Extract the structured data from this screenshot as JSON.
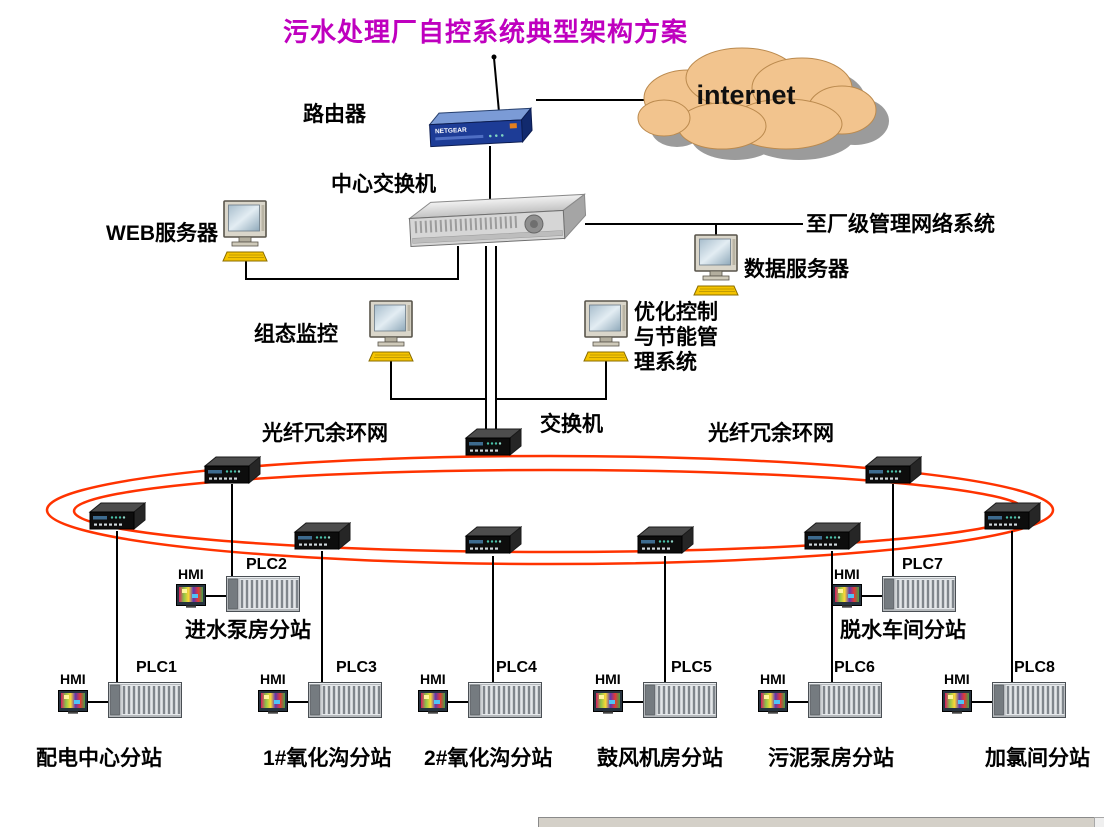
{
  "title": "污水处理厂自控系统典型架构方案",
  "labels": {
    "internet": "internet",
    "router": "路由器",
    "router_brand": "NETGEAR",
    "central_switch": "中心交换机",
    "web_server": "WEB服务器",
    "data_server": "数据服务器",
    "plant_network": "至厂级管理网络系统",
    "scada": "组态监控",
    "optimize_line1": "优化控制",
    "optimize_line2": "与节能管",
    "optimize_line3": "理系统",
    "ring_switch": "交换机",
    "fiber_ring_left": "光纤冗余环网",
    "fiber_ring_right": "光纤冗余环网"
  },
  "stations": [
    {
      "plc": "PLC2",
      "hmi": "HMI",
      "name": "进水泵房分站"
    },
    {
      "plc": "PLC7",
      "hmi": "HMI",
      "name": "脱水车间分站"
    },
    {
      "plc": "PLC1",
      "hmi": "HMI",
      "name": "配电中心分站"
    },
    {
      "plc": "PLC3",
      "hmi": "HMI",
      "name": "1#氧化沟分站"
    },
    {
      "plc": "PLC4",
      "hmi": "HMI",
      "name": "2#氧化沟分站"
    },
    {
      "plc": "PLC5",
      "hmi": "HMI",
      "name": "鼓风机房分站"
    },
    {
      "plc": "PLC6",
      "hmi": "HMI",
      "name": "污泥泵房分站"
    },
    {
      "plc": "PLC8",
      "hmi": "HMI",
      "name": "加氯间分站"
    }
  ],
  "icons": {
    "cloud": "internet-cloud",
    "router": "wireless-router",
    "central_switch": "rack-switch",
    "ring_switch": "ethernet-switch",
    "computer": "workstation-computer",
    "plc": "plc-rack",
    "hmi": "hmi-panel"
  },
  "colors": {
    "title": "#bf00bf",
    "ring": "#ff3300",
    "line": "#000000",
    "cloud_fill": "#f2c48e",
    "cloud_shadow": "#9b9b9b",
    "keyboard": "#f5c400"
  }
}
